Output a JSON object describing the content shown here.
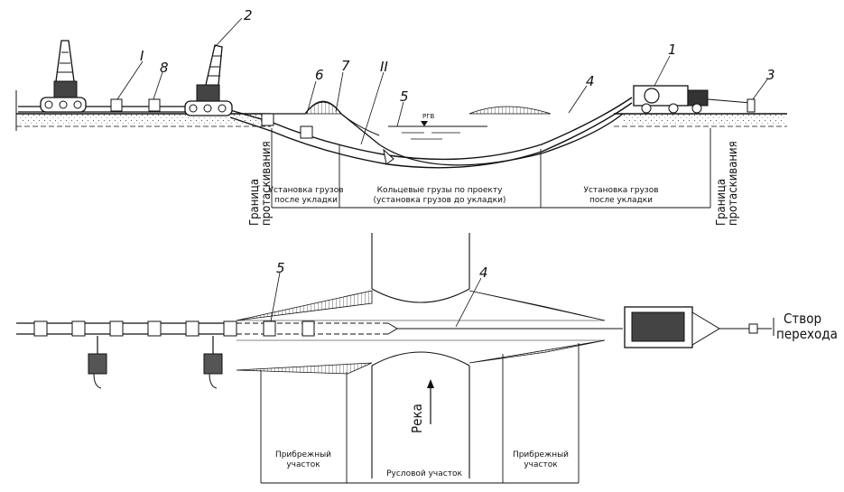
{
  "profile": {
    "callouts": {
      "winch": "1",
      "pipelayer": "2",
      "anchor": "3",
      "pipeline": "4",
      "weight": "5",
      "trench_slope_left": "6",
      "trench_bank": "7",
      "roller_support": "8",
      "trench": "II",
      "pipe_left": "I"
    },
    "water_level_label": "РГВ",
    "boundary_left": [
      "Граница",
      "протаскивания"
    ],
    "boundary_right": [
      "Граница",
      "протаскивания"
    ],
    "zones": [
      [
        "Установка грузов",
        "после укладки"
      ],
      [
        "Кольцевые грузы по проекту",
        "(установка грузов до укладки)"
      ],
      [
        "Установка грузов",
        "после укладки"
      ]
    ]
  },
  "plan": {
    "callouts": {
      "weight": "5",
      "pipeline": "4"
    },
    "crossing_line": [
      "Створ",
      "перехода"
    ],
    "river_label": "Река",
    "zones": [
      [
        "Прибрежный",
        "участок"
      ],
      [
        "Русловой участок"
      ],
      [
        "Прибрежный",
        "участок"
      ]
    ]
  }
}
